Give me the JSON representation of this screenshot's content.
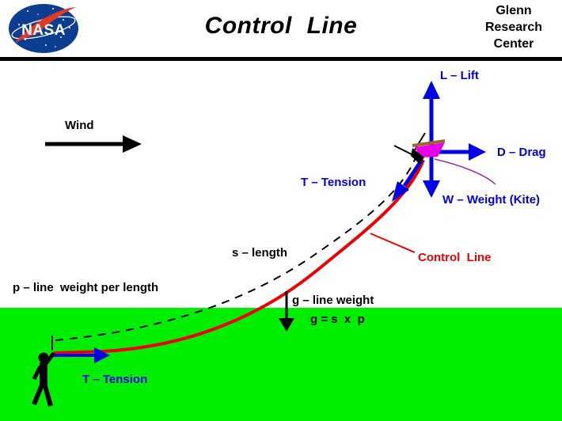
{
  "header": {
    "logo_text": "NASA",
    "title": "Control Line",
    "org": [
      "Glenn",
      "Research",
      "Center"
    ]
  },
  "labels": {
    "wind": "Wind",
    "lift": "L – Lift",
    "drag": "D – Drag",
    "weight": "W – Weight (Kite)",
    "tension_kite": "T – Tension",
    "tension_ground": "T – Tension",
    "length": "s – length",
    "control_line": "Control  Line",
    "line_weight_per_length": "p – line  weight per length",
    "line_weight": "g – line weight",
    "line_weight_formula": "g = s  x  p"
  },
  "colors": {
    "accent-blue": "#0000e6",
    "line-red": "#ee0000",
    "ground-green": "#00ee00",
    "ink-black": "#000000",
    "kite-magenta": "#e800e8",
    "kite-brown": "#996633",
    "leader-purple": "#993399",
    "nasa-blue": "#0b3d91",
    "nasa-red": "#e03a26"
  }
}
